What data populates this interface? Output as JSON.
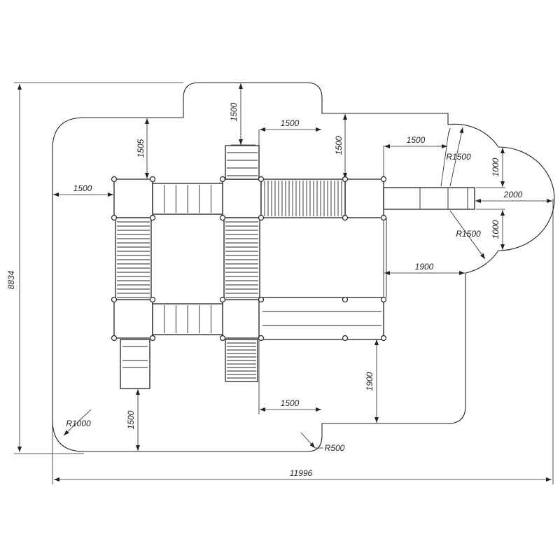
{
  "drawing": {
    "overall_height": "8834",
    "overall_width": "11996",
    "dims": {
      "left_offset": "1500",
      "top_left_offset": "1505",
      "top_notch": "1500",
      "top_gap": "1500",
      "top_right_offset": "1500",
      "slide_gap": "1500",
      "slide_upper": "1000",
      "slide_lower": "1000",
      "slide_end": "2000",
      "right_offset": "1900",
      "bottom_right_vertical": "1900",
      "bottom_gap": "1500",
      "bottom_left_vertical": "1500"
    },
    "radii": {
      "r_upper": "R1500",
      "r_lower": "R1500",
      "r_bottom_left": "R1000",
      "r_bottom": "R500"
    }
  }
}
